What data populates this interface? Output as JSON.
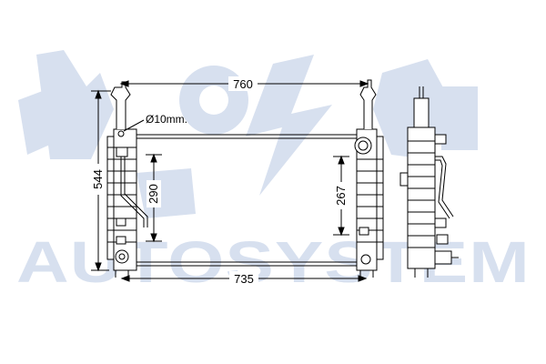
{
  "watermark": {
    "text": "AUTOSYSTEM",
    "color": "#d7e0ef"
  },
  "dimensions": {
    "top_width": "760",
    "bottom_width": "735",
    "overall_height": "544",
    "left_inner_height": "290",
    "right_inner_height": "267",
    "hole_diameter": "Ø10mm."
  },
  "colors": {
    "line": "#000000",
    "background": "#ffffff"
  }
}
